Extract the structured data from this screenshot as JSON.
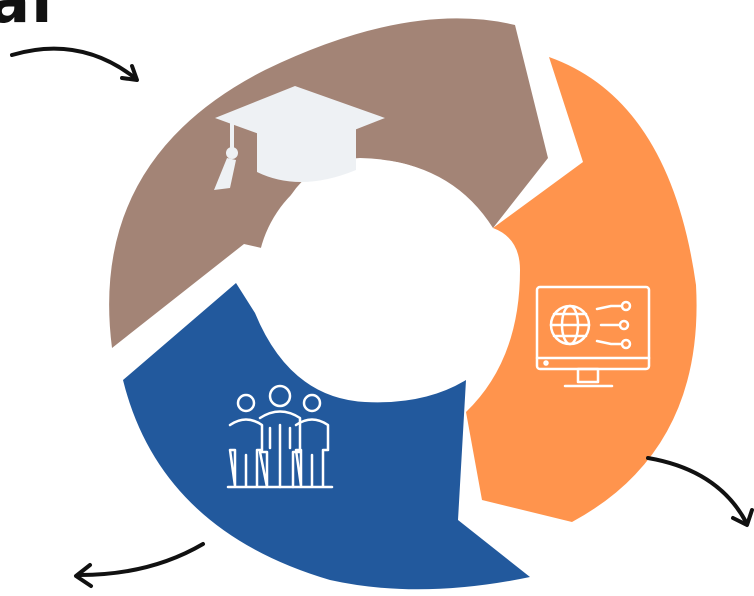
{
  "header": {
    "partial_title": "ial"
  },
  "colors": {
    "education": "#A38476",
    "technology": "#FF944D",
    "people": "#22599D",
    "hole": "#FFFFFF",
    "arrow": "#111111",
    "icon_fill": "#EEF1F4",
    "icon_line": "#FFFFFF"
  },
  "segments": [
    {
      "id": "education",
      "icon": "graduation-cap-icon"
    },
    {
      "id": "technology",
      "icon": "monitor-globe-network-icon"
    },
    {
      "id": "people",
      "icon": "group-of-people-icon"
    }
  ],
  "arrows": [
    {
      "id": "top-left",
      "direction": "right"
    },
    {
      "id": "bottom-right",
      "direction": "down"
    },
    {
      "id": "bottom-left",
      "direction": "left"
    }
  ]
}
